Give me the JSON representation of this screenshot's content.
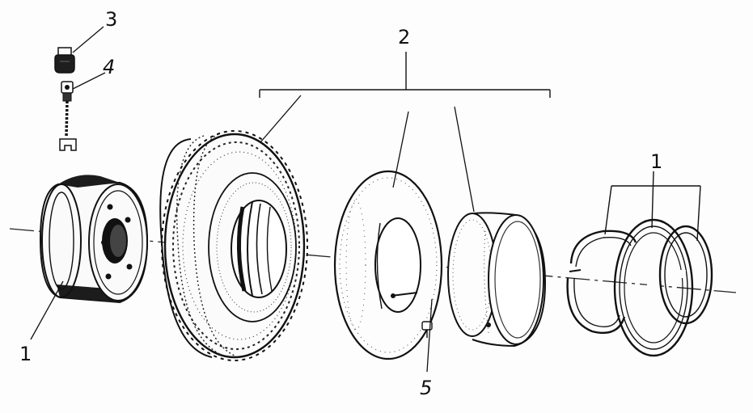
{
  "labels": {
    "part_1_left": "1",
    "part_1_right": "1",
    "part_2": "2",
    "part_3": "3",
    "part_4": "4",
    "part_5": "5"
  },
  "colors": {
    "ink": "#151515",
    "paper": "#fdfdfd",
    "dark_fill": "#2a2a2a"
  }
}
